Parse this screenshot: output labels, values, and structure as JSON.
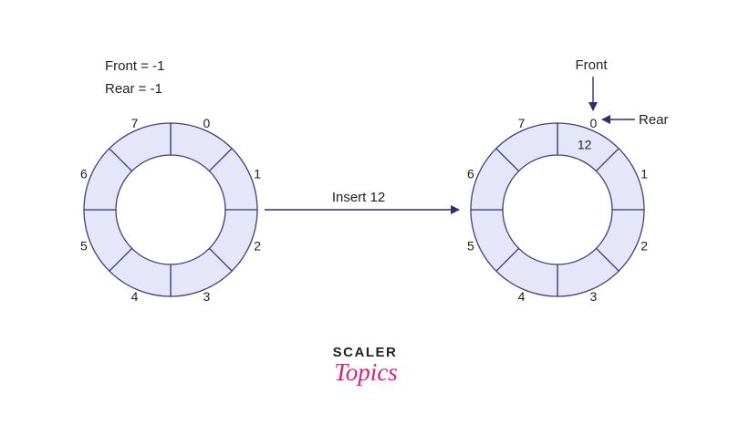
{
  "before": {
    "front_text": "Front = -1",
    "rear_text": "Rear = -1",
    "indices": [
      "0",
      "1",
      "2",
      "3",
      "4",
      "5",
      "6",
      "7"
    ]
  },
  "operation": {
    "label": "Insert 12"
  },
  "after": {
    "indices": [
      "0",
      "1",
      "2",
      "3",
      "4",
      "5",
      "6",
      "7"
    ],
    "cell_values": [
      "12",
      "",
      "",
      "",
      "",
      "",
      "",
      ""
    ],
    "front_pointer_label": "Front",
    "rear_pointer_label": "Rear"
  },
  "logo": {
    "line1": "SCALER",
    "line2": "Topics"
  },
  "colors": {
    "cell_fill": "#e6e6fb",
    "stroke": "#3f3f7a",
    "brand_pink": "#d4237a"
  }
}
